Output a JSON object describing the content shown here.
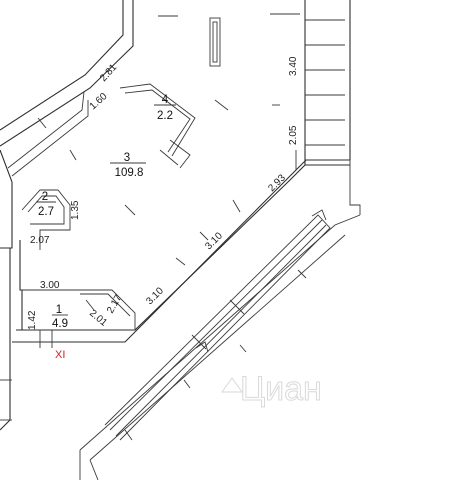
{
  "rooms": [
    {
      "number": "1",
      "area": "4.9"
    },
    {
      "number": "2",
      "area": "2.7"
    },
    {
      "number": "3",
      "area": "109.8"
    },
    {
      "number": "4",
      "area": "2.2"
    }
  ],
  "dimensions": [
    "2.81",
    "1.60",
    "3.40",
    "2.05",
    "2.93",
    "3.10",
    "3.10",
    "2.17",
    "2.01",
    "3.00",
    "1.42",
    "2.07",
    "1.35"
  ],
  "section_mark": "XI",
  "watermark": "Циан"
}
